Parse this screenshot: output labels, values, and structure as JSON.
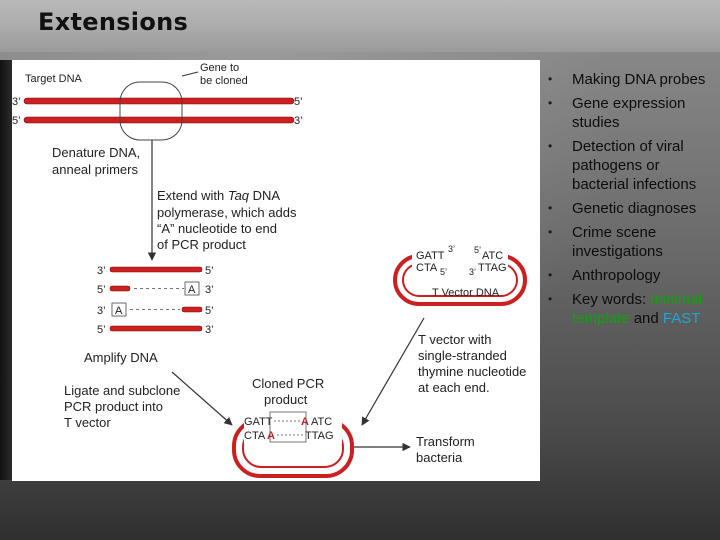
{
  "title": "Extensions",
  "diagram": {
    "target_dna": "Target DNA",
    "gene_to_be_cloned": [
      "Gene to",
      "be cloned"
    ],
    "prime_3": "3’",
    "prime_5": "5’",
    "denature": [
      "Denature DNA,",
      "anneal primers"
    ],
    "extend": [
      "Extend with ",
      "Taq",
      " DNA",
      "polymerase, which adds",
      "“A” nucleotide to end",
      "of PCR product"
    ],
    "a_label": "A",
    "vector_top_left": "GATT",
    "vector_bottom_left": "CTA",
    "vector_top_right": "ATC",
    "vector_bottom_right": "TTAG",
    "t_vector_dna": "T Vector DNA",
    "amplify": "Amplify DNA",
    "t_vector_with": [
      "T vector with",
      "single-stranded",
      "thymine nucleotide",
      "at each end."
    ],
    "ligate": [
      "Ligate and subclone",
      "PCR product into",
      "T vector"
    ],
    "cloned_pcr": [
      "Cloned PCR",
      "product"
    ],
    "clone_top_left": "GATT",
    "clone_top_right": "ATC",
    "clone_bottom_left": "CTA",
    "clone_bottom_right": "TTAG",
    "transform": [
      "Transform",
      "bacteria"
    ],
    "colors": {
      "strand_red": "#cc1f1f",
      "arrow": "#333333"
    }
  },
  "bullets": [
    {
      "text": "Making DNA probes"
    },
    {
      "text": "Gene expression studies"
    },
    {
      "text": "Detection of viral pathogens or bacterial infections"
    },
    {
      "text": "Genetic diagnoses"
    },
    {
      "text": "Crime scene investigations"
    },
    {
      "text": "Anthropology"
    }
  ],
  "keywords": {
    "lead": "Key words: ",
    "word1": "minimal",
    "word2": "template",
    "join": " and ",
    "word3": "FAST"
  }
}
